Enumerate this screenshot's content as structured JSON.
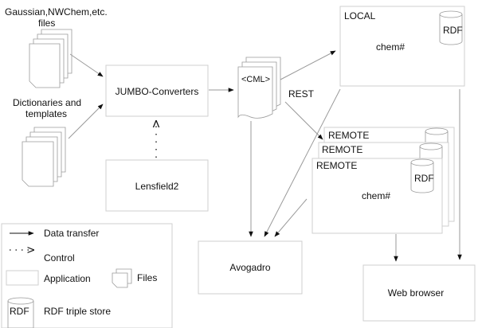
{
  "inputs": {
    "files_line1": "Gaussian,NWChem,etc.",
    "files_line2": "files",
    "dict_line1": "Dictionaries and",
    "dict_line2": "templates"
  },
  "nodes": {
    "jumbo": "JUMBO-Converters",
    "lensfield": "Lensfield2",
    "cml": "<CML>",
    "rest": "REST",
    "local": "LOCAL",
    "local_chem": "chem#",
    "rdf": "RDF",
    "remote": "REMOTE",
    "remote_chem": "chem#",
    "avogadro": "Avogadro",
    "web_browser": "Web browser"
  },
  "legend": {
    "data_transfer": "Data transfer",
    "control": "Control",
    "application": "Application",
    "files": "Files",
    "rdf_icon": "RDF",
    "rdf_store": "RDF triple store"
  },
  "colors": {
    "line": "#9a9a9a",
    "box_border": "#cfcfcf",
    "text": "#111111"
  }
}
